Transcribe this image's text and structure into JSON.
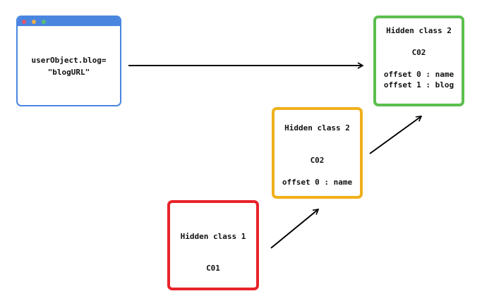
{
  "browser_window": {
    "code_line1": "userObject.blog=",
    "code_line2": "\"blogURL\"",
    "dot_colors": [
      "#e8546a",
      "#f0b04a",
      "#5bbf6e"
    ]
  },
  "hidden_class_final": {
    "title": "Hidden class 2",
    "id": "C02",
    "offsets": [
      "offset 0 : name",
      "offset 1 : blog"
    ],
    "color": "#5bbf4e"
  },
  "hidden_class_intermediate": {
    "title": "Hidden class 2",
    "id": "C02",
    "offsets": [
      "offset 0 : name"
    ],
    "color": "#f0b01a"
  },
  "hidden_class_initial": {
    "title": "Hidden class 1",
    "id": "C01",
    "color": "#e8232a"
  }
}
